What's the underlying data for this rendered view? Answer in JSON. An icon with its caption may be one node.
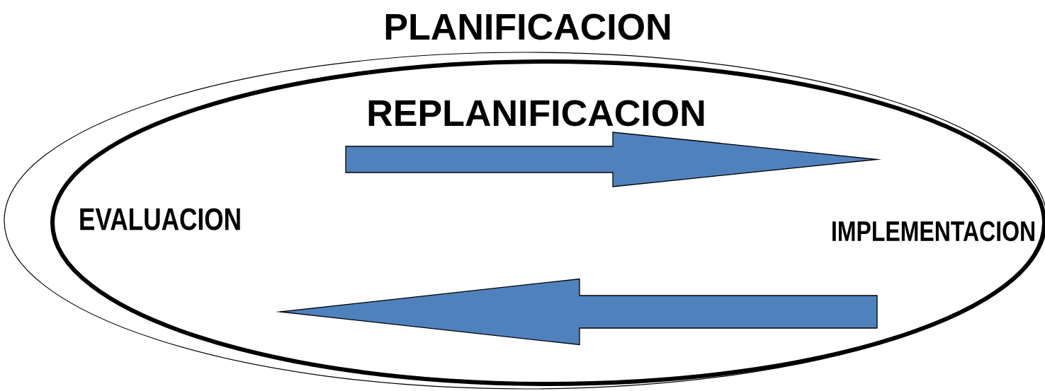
{
  "diagram": {
    "nodes": [
      {
        "text": [
          "PLANIFICACION"
        ]
      },
      {
        "text": [
          "REPLANIFICACION"
        ],
        "in": 0
      },
      {
        "text": [
          "EVALUACION"
        ],
        "in": 1
      },
      {
        "text": [
          "IMPLEMENTACION"
        ],
        "in": 1
      }
    ],
    "edges": [
      {
        "from": 2,
        "to": 3,
        "arrow": "to"
      },
      {
        "from": 3,
        "to": 2,
        "arrow": "to"
      }
    ]
  }
}
